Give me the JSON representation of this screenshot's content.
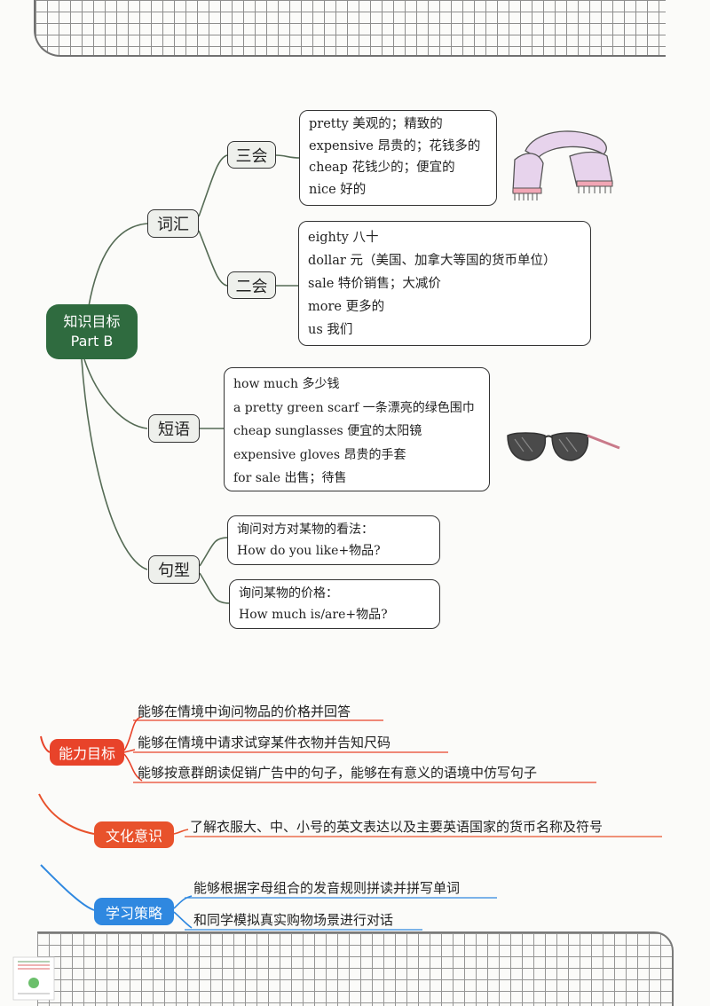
{
  "root": {
    "line1": "知识目标",
    "line2": "Part B"
  },
  "branches": {
    "vocab": {
      "label": "词汇"
    },
    "three": {
      "label": "三会",
      "items": [
        "pretty 美观的；精致的",
        "expensive 昂贵的；花钱多的",
        "cheap 花钱少的；便宜的",
        "nice 好的"
      ]
    },
    "two": {
      "label": "二会",
      "items": [
        "eighty 八十",
        "dollar 元（美国、加拿大等国的货币单位）",
        "sale 特价销售；大减价",
        "more 更多的",
        "us 我们"
      ]
    },
    "phrases": {
      "label": "短语",
      "items": [
        "how much 多少钱",
        "a pretty green scarf 一条漂亮的绿色围巾",
        "cheap sunglasses 便宜的太阳镜",
        "expensive gloves 昂贵的手套",
        "for sale 出售；待售"
      ]
    },
    "sentences": {
      "label": "句型",
      "box1": [
        "询问对方对某物的看法：",
        "How do you like+物品?"
      ],
      "box2": [
        "询问某物的价格：",
        "How much is/are+物品?"
      ]
    }
  },
  "goals": {
    "ability": {
      "label": "能力目标",
      "color": "#e8432a",
      "items": [
        "能够在情境中询问物品的价格并回答",
        "能够在情境中请求试穿某件衣物并告知尺码",
        "能够按意群朗读促销广告中的句子，能够在有意义的语境中仿写句子"
      ]
    },
    "culture": {
      "label": "文化意识",
      "color": "#e8522c",
      "items": [
        "了解衣服大、中、小号的英文表达以及主要英语国家的货币名称及符号"
      ]
    },
    "strategy": {
      "label": "学习策略",
      "color": "#2f88e0",
      "items": [
        "能够根据字母组合的发音规则拼读并拼写单词",
        "和同学模拟真实购物场景进行对话"
      ]
    }
  },
  "icons": [
    "scarf-icon",
    "sunglasses-icon"
  ]
}
